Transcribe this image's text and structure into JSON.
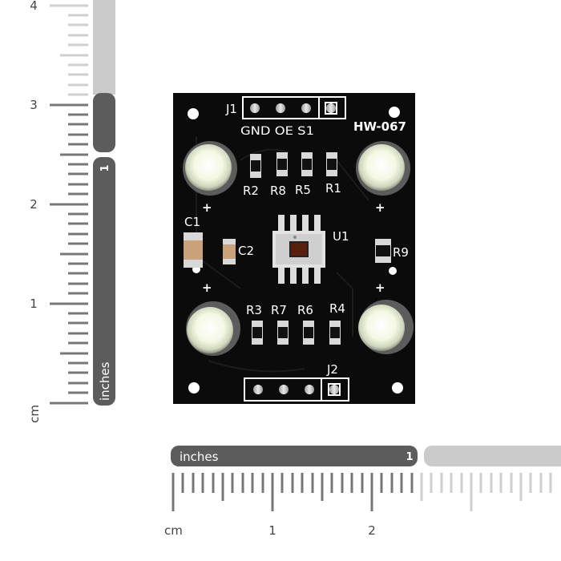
{
  "rulers": {
    "vertical": {
      "unit_cm": "cm",
      "unit_in": "inches",
      "cm_numbers": [
        "1",
        "2",
        "3",
        "4"
      ],
      "inch_number": "1"
    },
    "horizontal": {
      "unit_cm": "cm",
      "unit_in": "inches",
      "cm_numbers": [
        "1",
        "2"
      ],
      "inch_number": "1"
    }
  },
  "board": {
    "model": "HW-067",
    "header_top_name": "J1",
    "header_top_pins": "GND OE S1",
    "header_bottom_name": "J2",
    "chip": "U1",
    "resistors_top": [
      "R2",
      "R8",
      "R5",
      "R1"
    ],
    "resistors_bottom": [
      "R3",
      "R7",
      "R6",
      "R4"
    ],
    "r9": "R9",
    "c1": "C1",
    "c2": "C2",
    "plus": "+"
  },
  "colors": {
    "pcb": "#0b0b0b",
    "silkscreen": "#ffffff",
    "ruler_dark": "#5a5a5a",
    "ruler_light": "#c8c8c8"
  }
}
